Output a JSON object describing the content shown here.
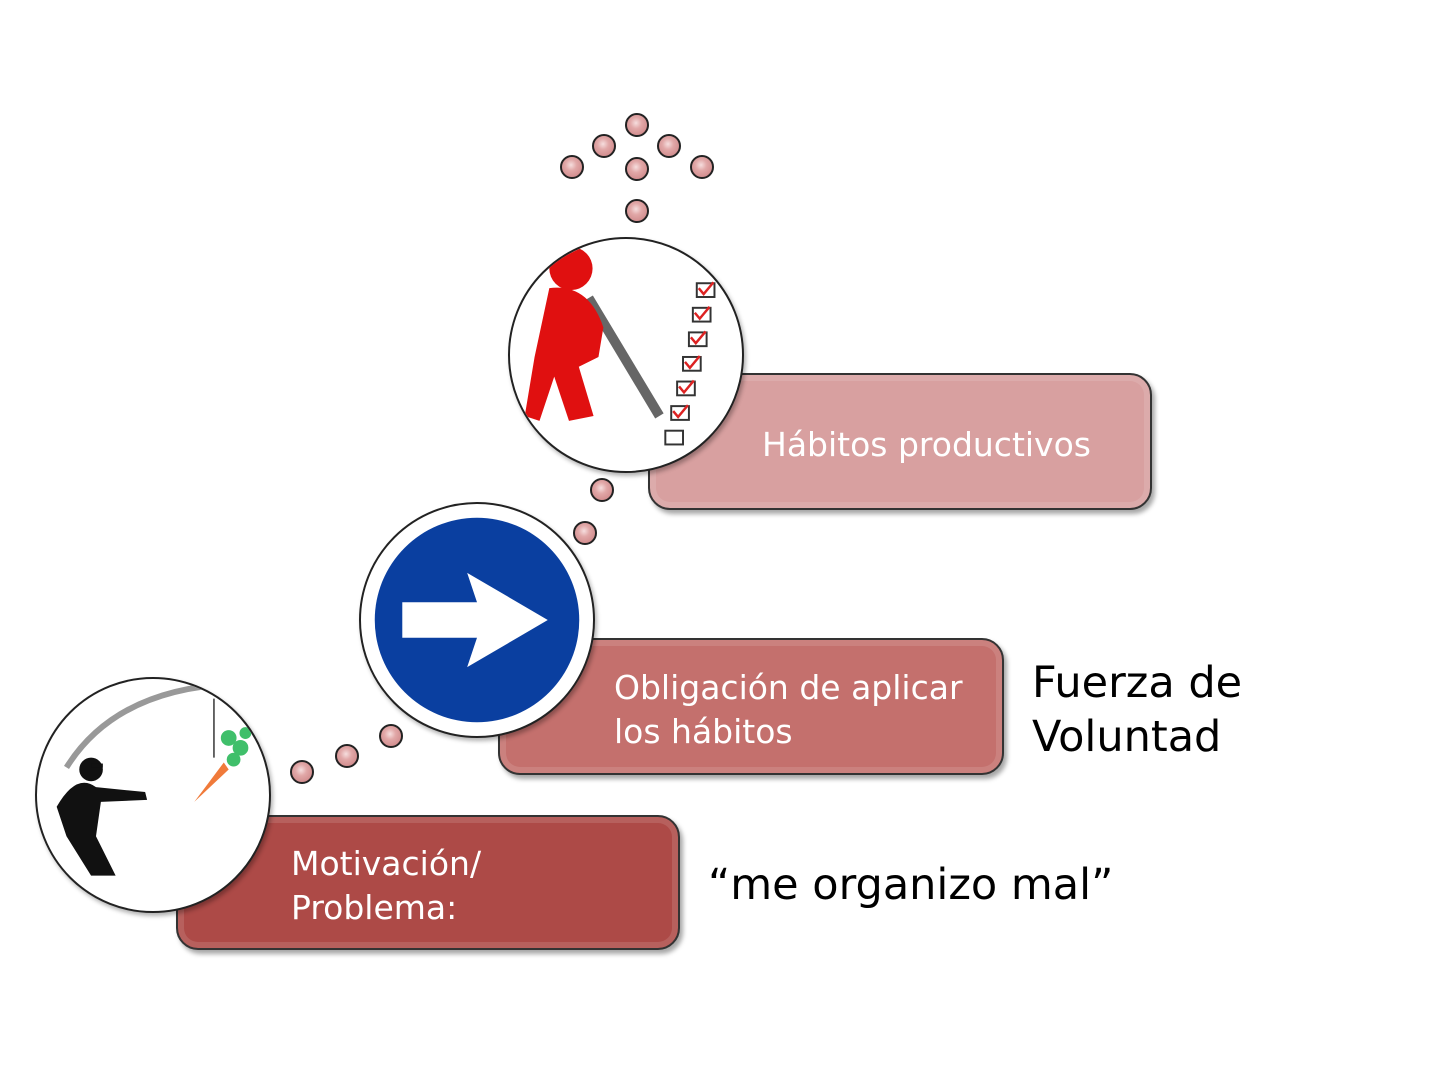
{
  "steps": [
    {
      "label_lines": [
        "Motivación/",
        "Problema:"
      ],
      "color": "#ad4a47",
      "illustration": "person-chasing-carrot"
    },
    {
      "label_lines": [
        "Obligación de aplicar",
        "los hábitos"
      ],
      "color": "#c4706d",
      "illustration": "blue-right-arrow-sign"
    },
    {
      "label_lines": [
        "Hábitos productivos"
      ],
      "color": "#d8a0a0",
      "illustration": "red-figure-checklist"
    }
  ],
  "annotations": {
    "problem_quote": "“me organizo mal”",
    "willpower_lines": [
      "Fuerza de",
      "Voluntad"
    ]
  }
}
